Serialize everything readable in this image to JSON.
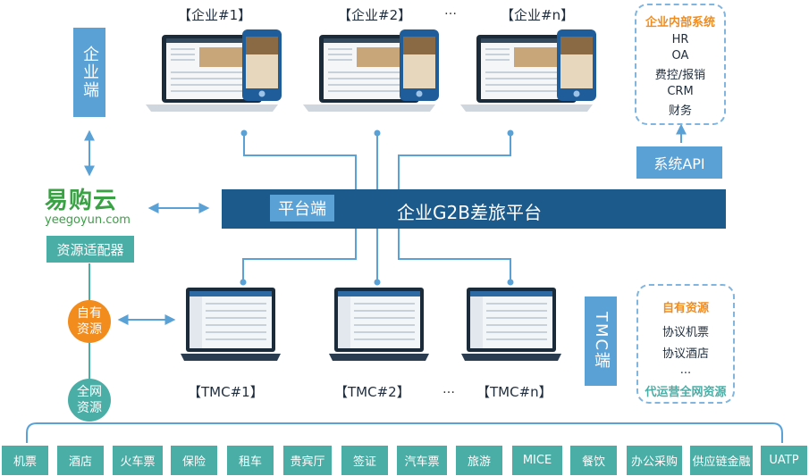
{
  "enterprise_labels": [
    "【企业#1】",
    "【企业#2】",
    "…",
    "【企业#n】"
  ],
  "enterprise_side_tag": "企业端",
  "internal_systems": {
    "title": "企业内部系统",
    "items": [
      "HR",
      "OA",
      "费控/报销",
      "CRM",
      "财务"
    ]
  },
  "system_api": "系统API",
  "platform": {
    "tag": "平台端",
    "title": "企业G2B差旅平台"
  },
  "brand": {
    "name_cn": "易购云",
    "domain": "yeegoyun.com",
    "adapter": "资源适配器"
  },
  "own_resources_circle": "自有资源",
  "network_resources_circle": "全网资源",
  "tmc_labels": [
    "【TMC#1】",
    "【TMC#2】",
    "…",
    "【TMC#n】"
  ],
  "tmc_side_tag": "TMC端",
  "resource_box": {
    "title": "自有资源",
    "items": [
      "协议机票",
      "协议酒店",
      "..."
    ],
    "footer": "代运营全网资源"
  },
  "categories": [
    "机票",
    "酒店",
    "火车票",
    "保险",
    "租车",
    "贵宾厅",
    "签证",
    "汽车票",
    "旅游",
    "MICE",
    "餐饮",
    "办公采购",
    "供应链金融",
    "UATP"
  ],
  "colors": {
    "primary_blue": "#5aa1d6",
    "platform_navy": "#1d5a8c",
    "teal": "#4aaea6",
    "orange": "#f28c1c",
    "brand_green": "#3aa145"
  }
}
